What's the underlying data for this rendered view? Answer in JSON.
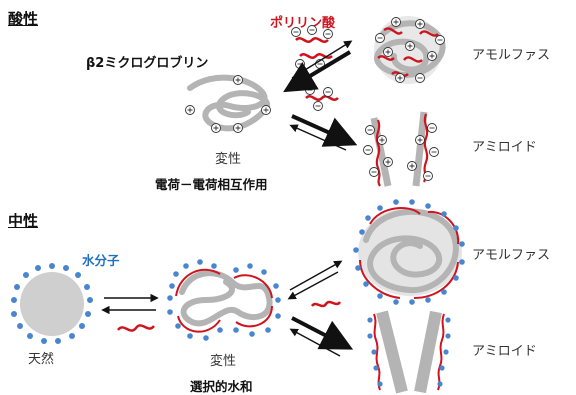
{
  "sections": {
    "acidic": "酸性",
    "neutral": "中性"
  },
  "labels": {
    "protein": "β2ミクログロブリン",
    "polyphosphate": "ポリリン酸",
    "denatured_top": "変性",
    "charge_interaction": "電荷－電荷相互作用",
    "amorphous_top": "アモルファス",
    "amyloid_top": "アミロイド",
    "water": "水分子",
    "native": "天然",
    "denatured_bottom": "変性",
    "selective_hydration": "選択的水和",
    "amorphous_bottom": "アモルファス",
    "amyloid_bottom": "アミロイド"
  },
  "colors": {
    "protein_chain": "#b4b4b4",
    "polyphosphate": "#d0141e",
    "water": "#4a86cf",
    "arrow": "#111111"
  }
}
